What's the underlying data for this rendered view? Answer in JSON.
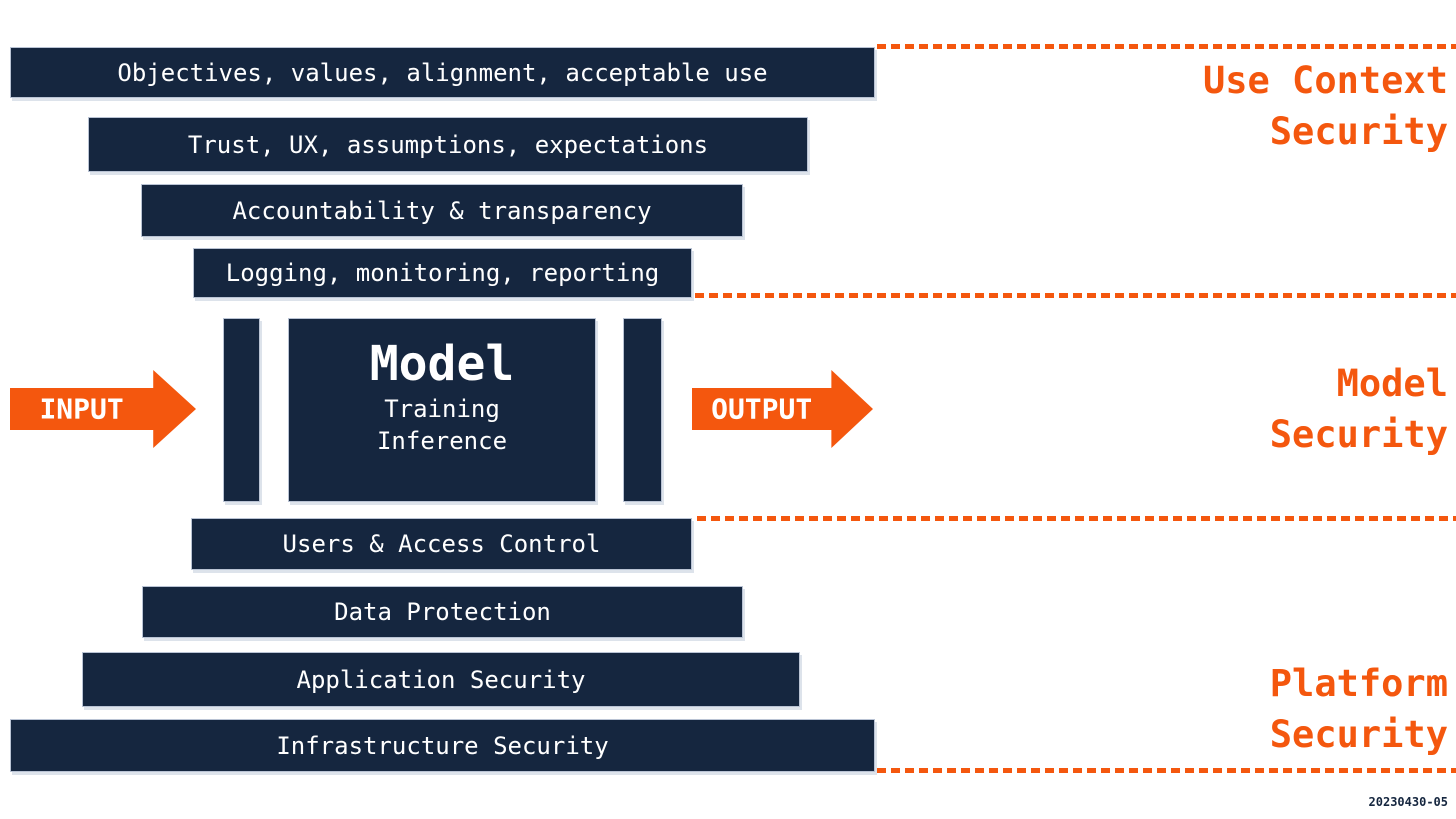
{
  "colors": {
    "navy": "#15263f",
    "orange": "#f4570e",
    "text_on_navy": "#ffffff",
    "background": "#ffffff"
  },
  "layers": {
    "use_context": {
      "label": "Use Context\nSecurity",
      "bars": [
        "Objectives, values, alignment, acceptable use",
        "Trust, UX, assumptions, expectations",
        "Accountability & transparency",
        "Logging, monitoring, reporting"
      ]
    },
    "model": {
      "label": "Model\nSecurity",
      "input_label": "INPUT",
      "output_label": "OUTPUT",
      "model_title": "Model",
      "model_subtitle_1": "Training",
      "model_subtitle_2": "Inference"
    },
    "platform": {
      "label": "Platform\nSecurity",
      "bars": [
        "Users & Access Control",
        "Data Protection",
        "Application Security",
        "Infrastructure Security"
      ]
    }
  },
  "footer": {
    "version_stamp": "20230430-05"
  }
}
